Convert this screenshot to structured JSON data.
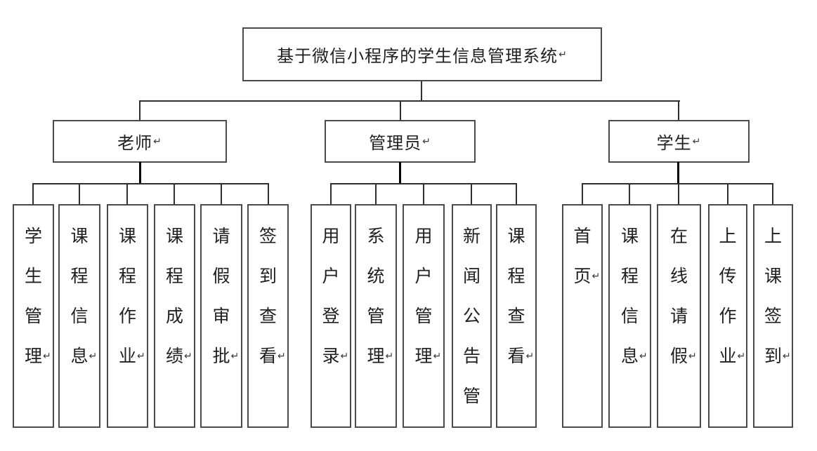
{
  "diagram": {
    "title": {
      "label": "基于微信小程序的学生信息管理系统",
      "mark": "↵"
    },
    "branches": [
      {
        "label": "老师",
        "mark": "↵",
        "children": [
          {
            "label": "学生管理",
            "mark": "↵"
          },
          {
            "label": "课程信息",
            "mark": "↵"
          },
          {
            "label": "课程作业",
            "mark": "↵"
          },
          {
            "label": "课程成绩",
            "mark": "↵"
          },
          {
            "label": "请假审批",
            "mark": "↵"
          },
          {
            "label": "签到查看",
            "mark": "↵"
          }
        ]
      },
      {
        "label": "管理员",
        "mark": "↵",
        "children": [
          {
            "label": "用户登录",
            "mark": "↵"
          },
          {
            "label": "系统管理",
            "mark": "↵"
          },
          {
            "label": "用户管理",
            "mark": "↵"
          },
          {
            "label": "新闻公告管",
            "mark": ""
          },
          {
            "label": "课程查看",
            "mark": "↵"
          }
        ]
      },
      {
        "label": "学生",
        "mark": "↵",
        "children": [
          {
            "label": "首页",
            "mark": "↵"
          },
          {
            "label": "课程信息",
            "mark": "↵"
          },
          {
            "label": "在线请假",
            "mark": "↵"
          },
          {
            "label": "上传作业",
            "mark": "↵"
          },
          {
            "label": "上课签到",
            "mark": "↵"
          }
        ]
      }
    ],
    "colors": {
      "background": "#ffffff",
      "box_border": "#4a4a4a",
      "connector_line": "#2e2e2e",
      "thick_connector": "#000000",
      "text": "#1f1f1f"
    }
  }
}
